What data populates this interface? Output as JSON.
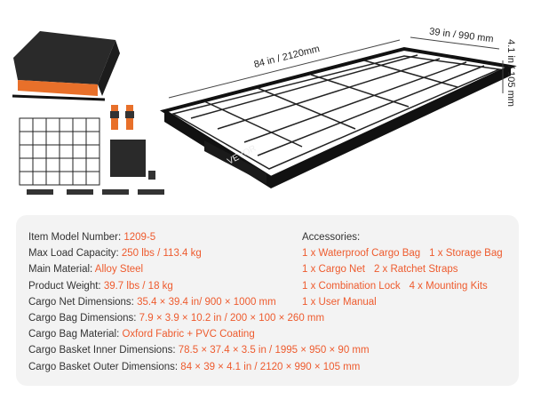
{
  "dimensions": {
    "length": "84 in / 2120mm",
    "width": "39 in / 990 mm",
    "height": "4.1 in / 105 mm"
  },
  "brand": "VEVOR",
  "specs": [
    {
      "label": "Item Model Number: ",
      "value": "1209-5"
    },
    {
      "label": "Max Load Capacity: ",
      "value": "250 lbs / 113.4 kg"
    },
    {
      "label": "Main Material: ",
      "value": "Alloy Steel"
    },
    {
      "label": "Product Weight: ",
      "value": "39.7 lbs / 18 kg"
    },
    {
      "label": "Cargo Net Dimensions: ",
      "value": "35.4 × 39.4 in/ 900 × 1000 mm"
    },
    {
      "label": "Cargo Bag Dimensions: ",
      "value": "7.9 × 3.9 × 10.2 in / 200 × 100 × 260 mm"
    },
    {
      "label": "Cargo Bag Material: ",
      "value": "Oxford Fabric + PVC Coating"
    },
    {
      "label": "Cargo Basket Inner Dimensions: ",
      "value": "78.5 × 37.4 × 3.5 in / 1995 × 950 × 90 mm"
    },
    {
      "label": "Cargo Basket Outer Dimensions: ",
      "value": "84 × 39 × 4.1 in / 2120 × 990 × 105 mm"
    }
  ],
  "accessories": {
    "title": "Accessories:",
    "rows": [
      [
        "1 x Waterproof Cargo Bag",
        "1 x Storage Bag"
      ],
      [
        "1 x Cargo Net",
        "2 x Ratchet Straps"
      ],
      [
        "1 x Combination Lock",
        "4 x Mounting Kits"
      ],
      [
        "1 x User Manual"
      ]
    ]
  }
}
